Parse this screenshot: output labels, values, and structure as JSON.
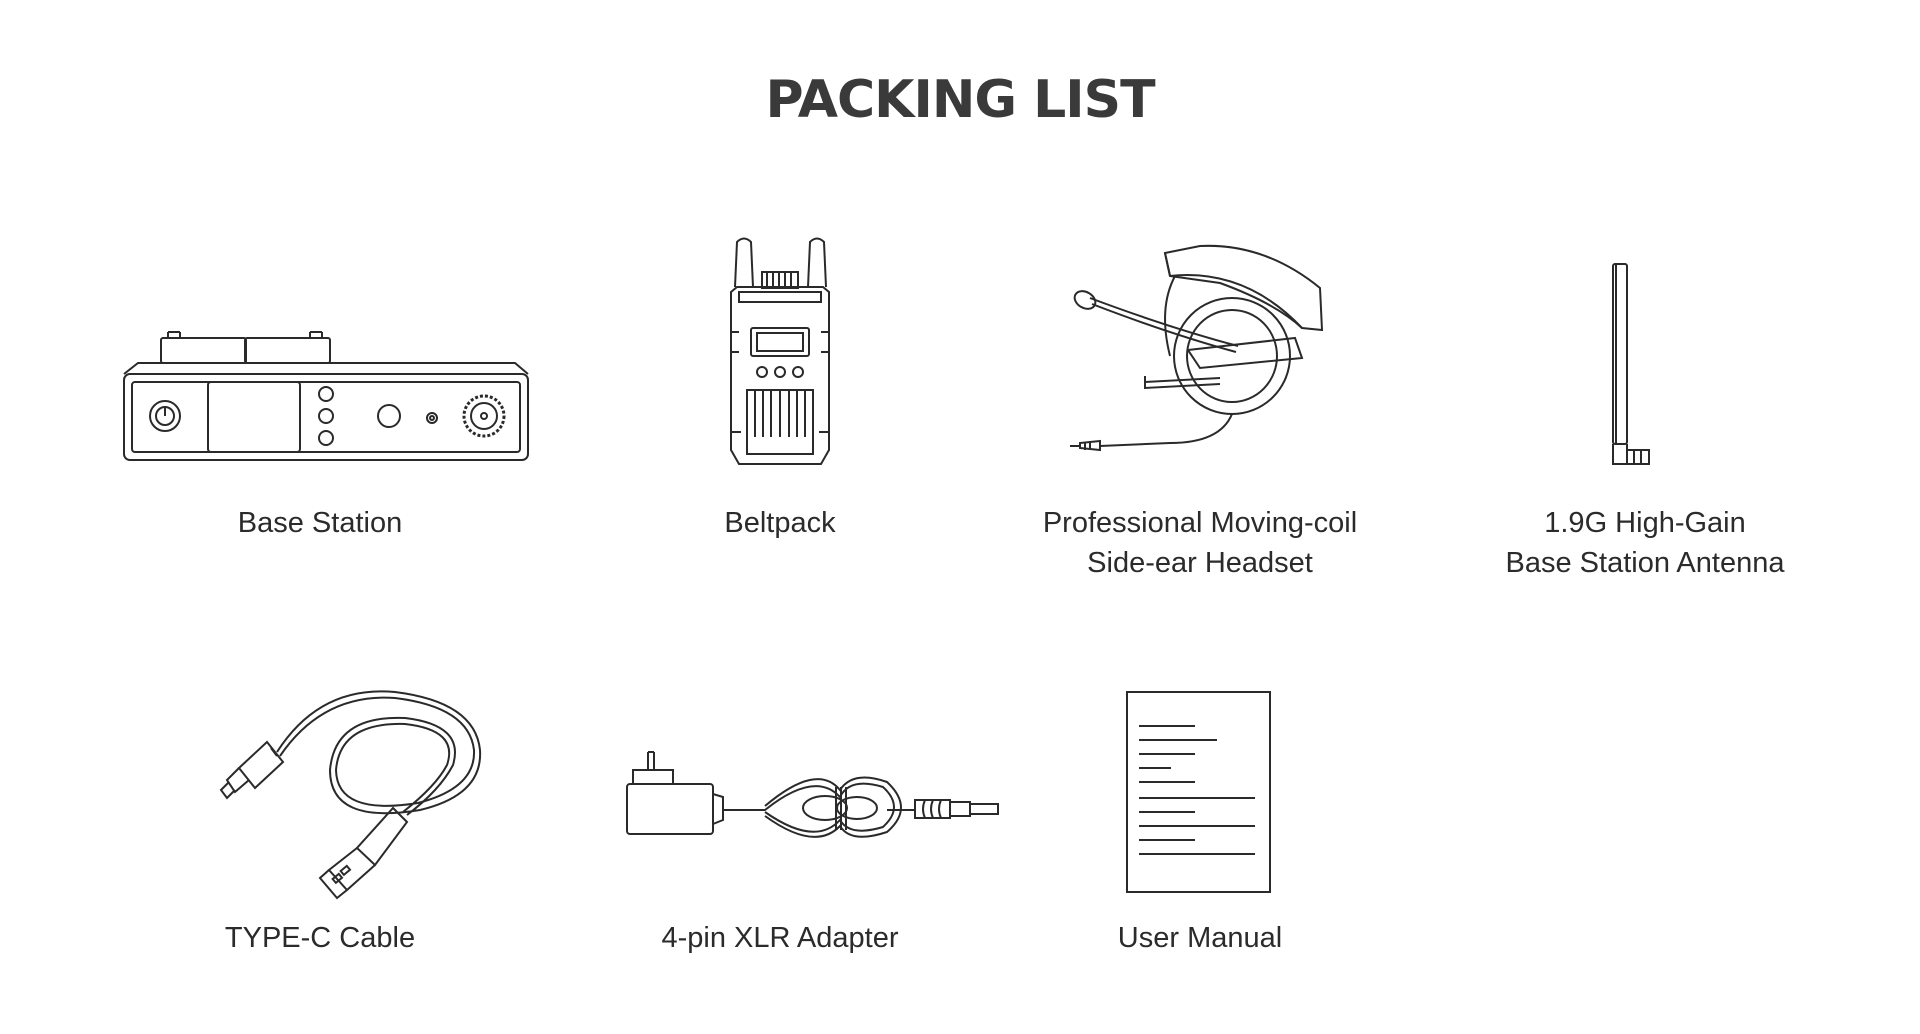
{
  "page": {
    "title": "PACKING LIST"
  },
  "items": [
    {
      "icon": "base-station-icon",
      "lines": [
        "Base Station"
      ]
    },
    {
      "icon": "beltpack-icon",
      "lines": [
        "Beltpack"
      ]
    },
    {
      "icon": "headset-icon",
      "lines": [
        "Professional Moving-coil",
        "Side-ear Headset"
      ]
    },
    {
      "icon": "antenna-icon",
      "lines": [
        "1.9G High-Gain",
        "Base Station Antenna"
      ]
    },
    {
      "icon": "type-c-cable-icon",
      "lines": [
        "TYPE-C Cable"
      ]
    },
    {
      "icon": "xlr-adapter-icon",
      "lines": [
        "4-pin XLR Adapter"
      ]
    },
    {
      "icon": "user-manual-icon",
      "lines": [
        "User Manual"
      ]
    }
  ]
}
